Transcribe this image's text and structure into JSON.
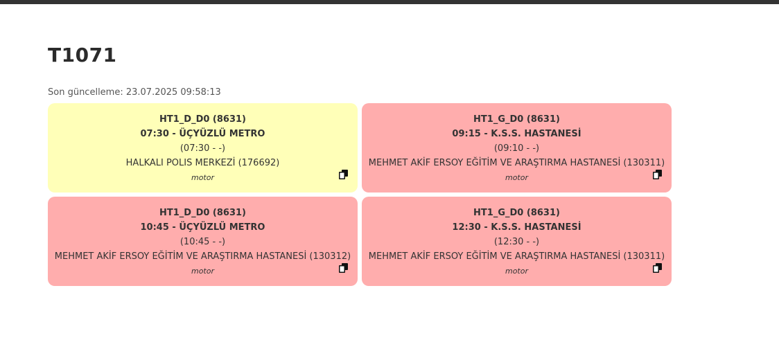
{
  "page": {
    "title": "T1071",
    "updated_label": "Son güncelleme: 23.07.2025 09:58:13"
  },
  "cards": [
    {
      "route": "HT1_D_D0 (8631)",
      "departure": "07:30 - ÜÇYÜZLÜ METRO",
      "times": "(07:30 - -)",
      "stop": "HALKALI POLIS MERKEZİ (176692)",
      "type": "motor",
      "color": "#ffffb8"
    },
    {
      "route": "HT1_G_D0 (8631)",
      "departure": "09:15 - K.S.S. HASTANESİ",
      "times": "(09:10 - -)",
      "stop": "MEHMET AKİF ERSOY EĞİTİM VE ARAŞTIRMA HASTANESİ (130311)",
      "type": "motor",
      "color": "#ffadad"
    },
    {
      "route": "HT1_D_D0 (8631)",
      "departure": "10:45 - ÜÇYÜZLÜ METRO",
      "times": "(10:45 - -)",
      "stop": "MEHMET AKİF ERSOY EĞİTİM VE ARAŞTIRMA HASTANESİ (130312)",
      "type": "motor",
      "color": "#ffadad"
    },
    {
      "route": "HT1_G_D0 (8631)",
      "departure": "12:30 - K.S.S. HASTANESİ",
      "times": "(12:30 - -)",
      "stop": "MEHMET AKİF ERSOY EĞİTİM VE ARAŞTIRMA HASTANESİ (130311)",
      "type": "motor",
      "color": "#ffadad"
    }
  ],
  "icons": {
    "copy": "copy-icon"
  },
  "colors": {
    "topbar": "#333333",
    "card_yellow": "#ffffb8",
    "card_red": "#ffadad"
  }
}
